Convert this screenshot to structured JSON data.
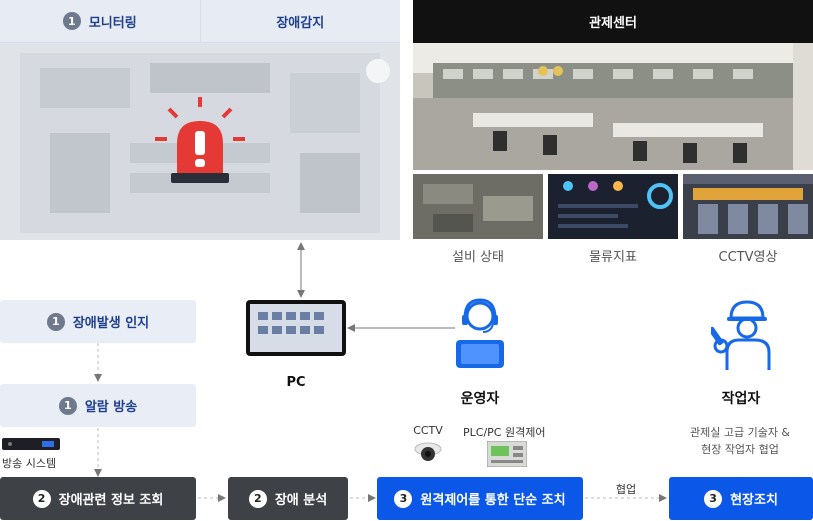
{
  "monitor": {
    "tab1": {
      "num": "1",
      "label": "모니터링"
    },
    "tab2": {
      "label": "장애감지"
    }
  },
  "control_center": {
    "title": "관제센터",
    "thumbs": [
      {
        "label": "설비 상태"
      },
      {
        "label": "물류지표"
      },
      {
        "label": "CCTV영상"
      }
    ]
  },
  "flow": {
    "detect": {
      "num": "1",
      "label": "장애발생 인지"
    },
    "alarm": {
      "num": "1",
      "label": "알람 방송"
    },
    "broadcast_system": "방송 시스템",
    "info": {
      "num": "2",
      "label": "장애관련 정보 조회"
    },
    "analysis": {
      "num": "2",
      "label": "장애 분석"
    },
    "remote": {
      "num": "3",
      "label": "원격제어를 통한 단순 조치"
    },
    "field": {
      "num": "3",
      "label": "현장조치"
    },
    "collab": "협업"
  },
  "pc": {
    "label": "PC"
  },
  "operator": {
    "label": "운영자",
    "cctv": "CCTV",
    "plc": "PLC/PC 원격제어"
  },
  "worker": {
    "label": "작업자",
    "desc_line1": "관제실 고급 기술자 &",
    "desc_line2": "현장 작업자 협업"
  },
  "colors": {
    "accent": "#0a57e8",
    "dark": "#3e4247",
    "light": "#e8edf6",
    "alarm": "#e53935"
  }
}
